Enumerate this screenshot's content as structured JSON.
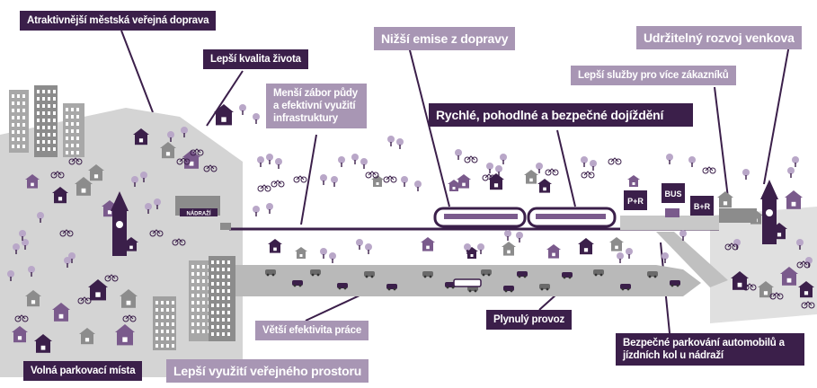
{
  "labels": {
    "attractive_transport": "Atraktivnější městská veřejná doprava",
    "better_quality_of_life": "Lepší kvalita života",
    "less_land_take": "Menší zábor půdy a efektivní využití infrastruktury",
    "lower_emissions": "Nižší emise z dopravy",
    "fast_commute": "Rychlé, pohodlné a bezpečné dojíždění",
    "sustainable_rural": "Udržitelný rozvoj venkova",
    "more_services": "Lepší služby pro více zákazníků",
    "free_parking": "Volná parkovací místa",
    "public_space": "Lepší využití veřejného prostoru",
    "work_efficiency": "Větší efektivita práce",
    "smooth_traffic": "Plynulý provoz",
    "safe_parking": "Bezpečné parkování automobilů a jízdních kol u nádraží"
  },
  "signs": {
    "park_and_ride": "P+R",
    "bus": "BUS",
    "bike_and_ride": "B+R",
    "station_sign": "NÁDRAŽÍ"
  },
  "colors": {
    "dark_purple": "#3b1f4a",
    "light_purple": "#a896b4",
    "mid_purple": "#7a5a8c",
    "grey": "#c8c8c8",
    "road_grey": "#b4b4b4"
  }
}
